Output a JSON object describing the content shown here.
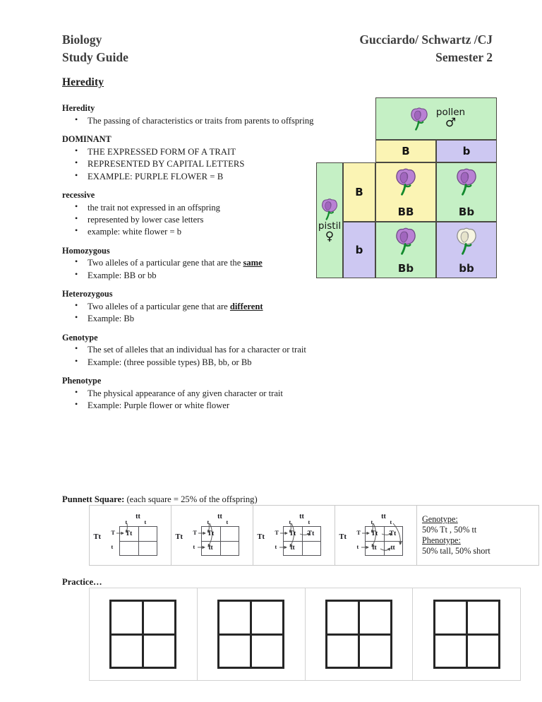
{
  "header": {
    "left_line1": "Biology",
    "left_line2": "Study Guide",
    "right_line1": "Gucciardo/ Schwartz /CJ",
    "right_line2": "Semester 2"
  },
  "title": "Heredity",
  "terms": [
    {
      "head": "Heredity",
      "items": [
        {
          "text": "The passing of characteristics or traits from parents to offspring"
        }
      ]
    },
    {
      "head": "DOMINANT",
      "caps": true,
      "items": [
        {
          "text": "THE EXPRESSED FORM OF A TRAIT"
        },
        {
          "text": "REPRESENTED BY CAPITAL LETTERS"
        },
        {
          "text": "EXAMPLE:  PURPLE FLOWER = B"
        }
      ]
    },
    {
      "head": "recessive",
      "items": [
        {
          "text": "the trait not expressed in an offspring"
        },
        {
          "text": "represented by lower case letters"
        },
        {
          "text": "example: white flower = b"
        }
      ]
    },
    {
      "head": "Homozygous",
      "items": [
        {
          "text": "Two alleles of a particular gene that are the ",
          "underline": "same"
        },
        {
          "text": "Example:  BB or bb"
        }
      ]
    },
    {
      "head": "Heterozygous",
      "items": [
        {
          "text": "Two alleles of a particular gene that are ",
          "underline": "different"
        },
        {
          "text": "Example:  Bb"
        }
      ]
    },
    {
      "head": "Genotype",
      "items": [
        {
          "text": "The set of alleles that an individual has for a character or trait"
        },
        {
          "text": "Example:  (three possible types)  BB, bb, or Bb"
        }
      ]
    },
    {
      "head": "Phenotype",
      "items": [
        {
          "text": "The physical appearance of any given character or trait"
        },
        {
          "text": "Example:  Purple flower or white flower"
        }
      ]
    }
  ],
  "illustration": {
    "pollen_label": "pollen",
    "pollen_symbol": "♂",
    "pistil_label": "pistil",
    "pistil_symbol": "♀",
    "col_headers": [
      "B",
      "b"
    ],
    "row_headers": [
      "B",
      "b"
    ],
    "cells": [
      {
        "genotype": "BB",
        "flower": "purple",
        "bg": "#fbf4b4"
      },
      {
        "genotype": "Bb",
        "flower": "purple",
        "bg": "#c5f0c5"
      },
      {
        "genotype": "Bb",
        "flower": "purple",
        "bg": "#c5f0c5"
      },
      {
        "genotype": "bb",
        "flower": "white",
        "bg": "#cdc8f2"
      }
    ],
    "colors": {
      "green": "#c5f0c5",
      "yellow": "#fbf4b4",
      "lavender": "#cdc8f2",
      "border": "#4a4a42",
      "petal": "#b981d4",
      "petal_dark": "#9d62bb",
      "white_petal": "#f7f5e2",
      "stem": "#138a2e"
    }
  },
  "punnett_section": {
    "label_bold": "Punnett Square:",
    "label_rest": "(each square = 25% of the offspring)",
    "steps": [
      {
        "side_parent": "Tt",
        "top_parent": "tt",
        "top_alleles": [
          "t",
          "t"
        ],
        "side_alleles": [
          "T",
          "t"
        ],
        "cells": {
          "tl": "Tt",
          "tr": "",
          "bl": "",
          "br": ""
        }
      },
      {
        "side_parent": "Tt",
        "top_parent": "tt",
        "top_alleles": [
          "t",
          "t"
        ],
        "side_alleles": [
          "T",
          "t"
        ],
        "cells": {
          "tl": "Tt",
          "tr": "",
          "bl": "tt",
          "br": ""
        }
      },
      {
        "side_parent": "Tt",
        "top_parent": "tt",
        "top_alleles": [
          "t",
          "t"
        ],
        "side_alleles": [
          "T",
          "t"
        ],
        "cells": {
          "tl": "Tt",
          "tr": "Tt",
          "bl": "tt",
          "br": ""
        }
      },
      {
        "side_parent": "Tt",
        "top_parent": "tt",
        "top_alleles": [
          "t",
          "t"
        ],
        "side_alleles": [
          "T",
          "t"
        ],
        "cells": {
          "tl": "Tt",
          "tr": "Tt",
          "bl": "tt",
          "br": "tt"
        }
      }
    ],
    "result": {
      "genotype_header": "Genotype:",
      "genotype_value": "50% Tt , 50% tt",
      "phenotype_header": "Phenotype:",
      "phenotype_value": "50% tall, 50% short"
    }
  },
  "practice": {
    "label": "Practice…",
    "squares": [
      {},
      {},
      {},
      {}
    ]
  }
}
